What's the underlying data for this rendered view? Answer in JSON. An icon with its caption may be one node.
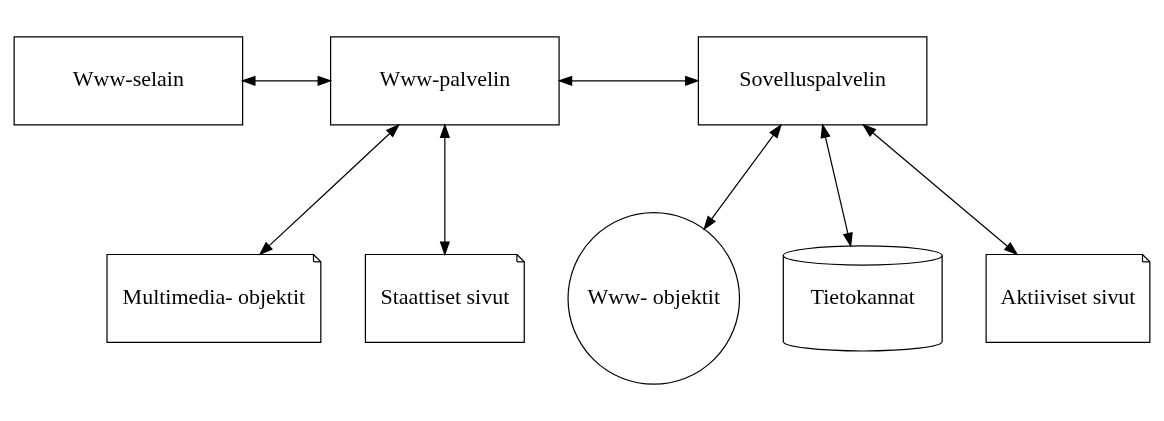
{
  "diagram": {
    "nodes": [
      {
        "text": [
          "Www-selain"
        ]
      },
      {
        "text": [
          "Www-palvelin"
        ]
      },
      {
        "text": [
          "Sovelluspalvelin"
        ]
      },
      {
        "text": [
          "Multimedia- objektit"
        ]
      },
      {
        "text": [
          "Staattiset sivut"
        ]
      },
      {
        "text": [
          "Www- objektit"
        ]
      },
      {
        "text": [
          "Tietokannat"
        ]
      },
      {
        "text": [
          "Aktiiviset sivut"
        ]
      }
    ],
    "edges": [
      {
        "from": 0,
        "to": 1,
        "arrow": "both"
      },
      {
        "from": 1,
        "to": 2,
        "arrow": "both"
      },
      {
        "from": 1,
        "to": 3,
        "arrow": "both"
      },
      {
        "from": 1,
        "to": 4,
        "arrow": "both"
      },
      {
        "from": 2,
        "to": 5,
        "arrow": "both"
      },
      {
        "from": 2,
        "to": 6,
        "arrow": "both"
      },
      {
        "from": 2,
        "to": 7,
        "arrow": "both"
      }
    ]
  }
}
